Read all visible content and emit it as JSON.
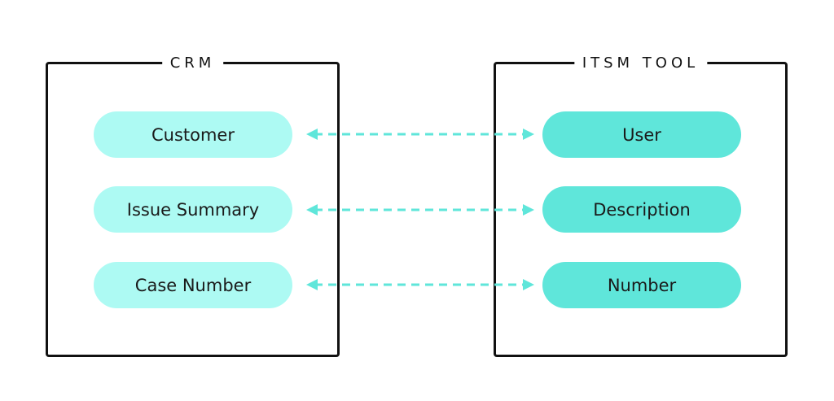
{
  "colors": {
    "border": "#111111",
    "crm_field_bg": "#adfaf3",
    "itsm_field_bg": "#5fe6da",
    "connector": "#5fe6da"
  },
  "crm": {
    "title": "CRM",
    "fields": [
      "Customer",
      "Issue Summary",
      "Case Number"
    ]
  },
  "itsm": {
    "title": "ITSM TOOL",
    "fields": [
      "User",
      "Description",
      "Number"
    ]
  }
}
